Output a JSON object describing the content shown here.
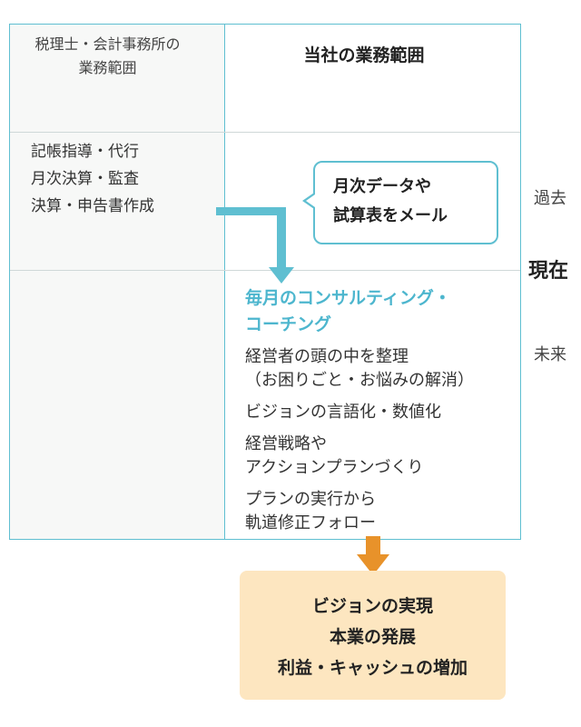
{
  "table": {
    "left_header_lines": [
      "税理士・会計事務所の",
      "業務範囲"
    ],
    "right_header": "当社の業務範囲",
    "left_tasks": [
      "記帳指導・代行",
      "月次決算・監査",
      "決算・申告書作成"
    ]
  },
  "bubble": {
    "lines": [
      "月次データや",
      "試算表をメール"
    ]
  },
  "consulting": {
    "title_lines": [
      "毎月のコンサルティング・",
      "コーチング"
    ],
    "items": [
      {
        "lines": [
          "経営者の頭の中を整理",
          "（お困りごと・お悩みの解消）"
        ]
      },
      {
        "lines": [
          "ビジョンの言語化・数値化"
        ]
      },
      {
        "lines": [
          "経営戦略や",
          "アクションプランづくり"
        ]
      },
      {
        "lines": [
          "プランの実行から",
          "軌道修正フォロー"
        ]
      }
    ]
  },
  "timeline": {
    "past": "過去",
    "now": "現在",
    "future": "未来"
  },
  "result": {
    "lines": [
      "ビジョンの実現",
      "本業の発展",
      "利益・キャッシュの増加"
    ]
  },
  "colors": {
    "accent_blue": "#5fbfd1",
    "accent_orange": "#e8922a",
    "result_bg": "#fde6c0"
  }
}
